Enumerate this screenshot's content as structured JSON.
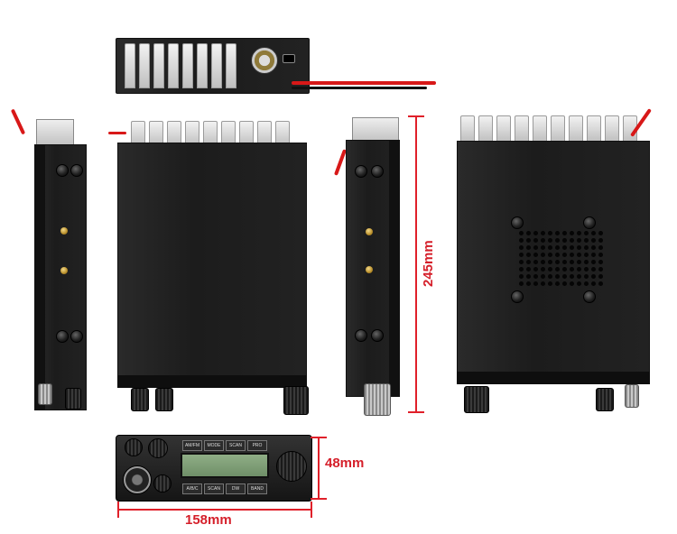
{
  "dimensions": {
    "height": "245mm",
    "front_height": "48mm",
    "front_width": "158mm"
  },
  "front_panel": {
    "buttons_top": [
      "AM/FM",
      "MODE",
      "SCAN",
      "PRO"
    ],
    "buttons_bottom": [
      "A/B/C",
      "SCAN",
      "DW",
      "BAND"
    ]
  },
  "colors": {
    "dimension_accent": "#d51f2a",
    "chassis": "#1f1f1f",
    "heatsink": "#d6d6d6",
    "power_wire": "#d81818"
  },
  "icons": [
    "screw-icon",
    "knob-icon",
    "antenna-connector-icon",
    "speaker-grille-icon",
    "mic-jack-icon"
  ]
}
